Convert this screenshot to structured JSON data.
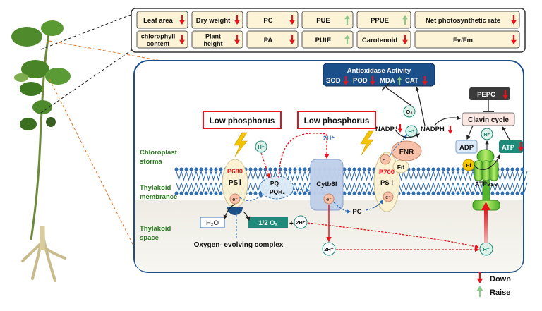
{
  "colors": {
    "down": "#e8141b",
    "raise": "#8ec98b",
    "teal": "#1f8a7a",
    "navy": "#1b4f8a",
    "membrane": "#2f6db5",
    "green_label": "#2a7a1e",
    "box_fill": "#fdf3d6"
  },
  "traits": [
    {
      "label": "Leaf area",
      "trend": "down"
    },
    {
      "label": "Dry weight",
      "trend": "down"
    },
    {
      "label": "PC",
      "trend": "down"
    },
    {
      "label": "PUE",
      "trend": "raise"
    },
    {
      "label": "PPUE",
      "trend": "raise"
    },
    {
      "label": "Net photosynthetic rate",
      "trend": "down"
    },
    {
      "label1": "chlorophyll",
      "label2": "content",
      "trend": "down"
    },
    {
      "label1": "Plant",
      "label2": "height",
      "trend": "down"
    },
    {
      "label": "PA",
      "trend": "down"
    },
    {
      "label": "PUtE",
      "trend": "raise"
    },
    {
      "label": "Carotenoid",
      "trend": "down"
    },
    {
      "label": "Fv/Fm",
      "trend": "down"
    }
  ],
  "antioxidase": {
    "title": "Antioxidase Activity",
    "items": [
      {
        "label": "SOD",
        "trend": "down"
      },
      {
        "label": "POD",
        "trend": "down"
      },
      {
        "label": "MDA",
        "trend": "raise"
      },
      {
        "label": "CAT",
        "trend": "down"
      }
    ]
  },
  "region_labels": {
    "stroma1": "Chloroplast",
    "stroma2": "storma",
    "membrane1": "Thylakoid",
    "membrane2": "membrance",
    "space1": "Thylakoid",
    "space2": "space"
  },
  "stress": {
    "low_p_left": "Low phosphorus",
    "low_p_right": "Low phosphorus"
  },
  "psii": {
    "p680": "P680",
    "label": "PSⅡ"
  },
  "psi": {
    "p700": "P700",
    "label": "PS Ⅰ"
  },
  "labels": {
    "hplus": "H⁺",
    "eminus": "e⁻",
    "pq": "PQ",
    "pqh2": "PQH₂",
    "cytb6f": "Cytb6f",
    "two_h": "2H⁺",
    "pc": "PC",
    "fd": "Fd",
    "fnr": "FNR",
    "nadp": "NADP⁺",
    "nadph": "NADPH",
    "o2": "O₂",
    "h2o": "H₂O",
    "half_o2": "1/2 O₂",
    "plus_2h": "+",
    "oec": "Oxygen- evolving complex",
    "pepc": "PEPC",
    "clavin": "Clavin cycle",
    "adp": "ADP",
    "pi": "Pi",
    "atp": "ATP",
    "atpase": "ATPase"
  },
  "legend": {
    "down": "Down",
    "raise": "Raise"
  }
}
